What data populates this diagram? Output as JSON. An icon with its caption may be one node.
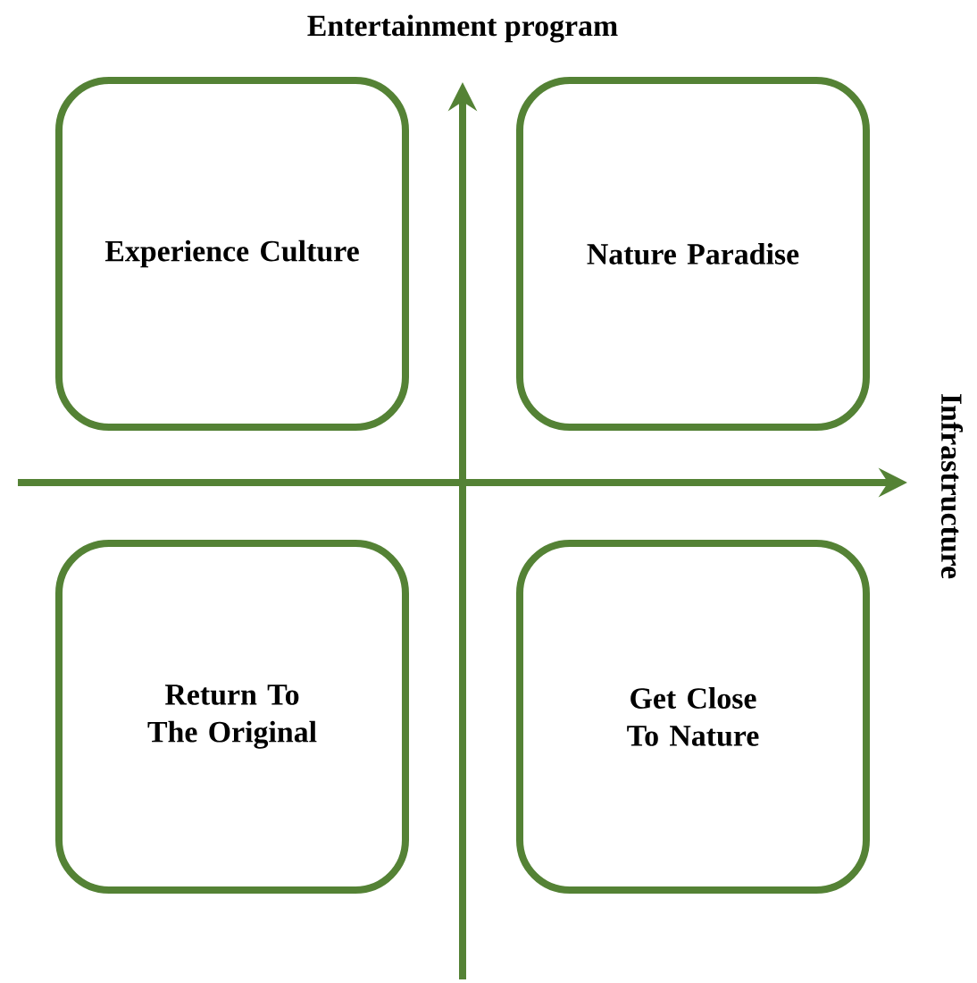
{
  "diagram": {
    "nodes": [
      {
        "text": [
          "Experience Culture"
        ]
      },
      {
        "text": [
          "Nature Paradise"
        ]
      },
      {
        "text": [
          "Return To The Original"
        ]
      },
      {
        "text": [
          "Get Close To Nature"
        ]
      }
    ],
    "labels": [
      "Entertainment program",
      "Infrastructure"
    ]
  }
}
